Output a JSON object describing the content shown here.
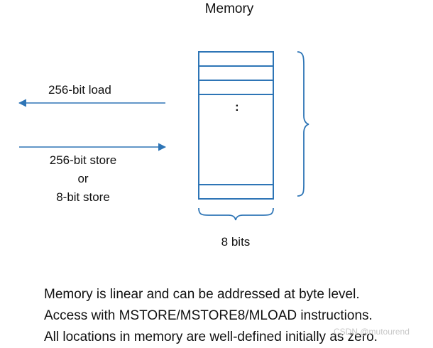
{
  "title": "Memory",
  "load_label": "256-bit load",
  "store_labels": {
    "line1": "256-bit store",
    "line2": "or",
    "line3": "8-bit store"
  },
  "ellipsis": ":",
  "width_label": "8 bits",
  "caption": [
    "Memory is linear and can be addressed at byte level.",
    "Access with MSTORE/MSTORE8/MLOAD instructions.",
    "All locations in memory are well-defined initially as zero."
  ],
  "watermark": "CSDN @mutourend",
  "colors": {
    "accent": "#2e75b6",
    "text": "#111111"
  }
}
